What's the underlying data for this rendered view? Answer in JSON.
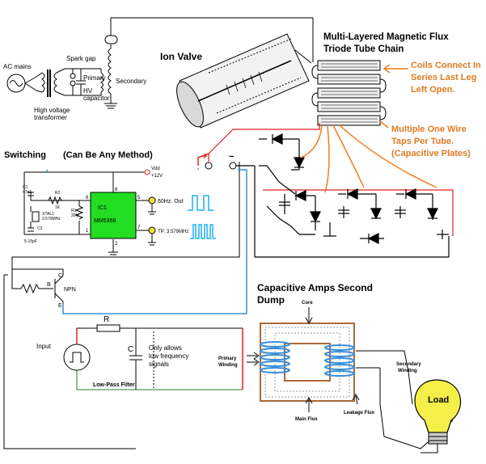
{
  "labels": {
    "ac_mains": "AC mains",
    "hv_transformer_1": "High voltage",
    "hv_transformer_2": "transformer",
    "spark_gap": "Spark gap",
    "primary": "Primary",
    "hv_capacitor_1": "HV",
    "hv_capacitor_2": "capacitor",
    "secondary": "Secondary",
    "ion_valve": "Ion Valve",
    "flux_title_1": "Multi-Layered Magnetic Flux",
    "flux_title_2": "Triode Tube Chain",
    "coils_note_1": "Coils Connect In",
    "coils_note_2": "Series Last Leg",
    "coils_note_3": "Left Open.",
    "taps_note_1": "Multiple One Wire",
    "taps_note_2": "Taps Per Tube.",
    "taps_note_3": "(Capacitive Plates)",
    "switching": "Switching",
    "switching_method": "(Can Be Any Method)",
    "vdd": "Vdd",
    "vdd_value": "+12V",
    "ic": "IC1",
    "ic_part": "MM5368",
    "out_60hz": "60Hz. Out",
    "tp_freq": "TP: 3.579MHz",
    "pin_8": "8",
    "pin_6": "6",
    "pin_1": "1",
    "pin_5": "5",
    "pin_7": "7",
    "pin_2": "2",
    "c1": "C1",
    "c1_val": "47pF",
    "r2": "R2",
    "r2_val": "1K",
    "xtal": "XTAL1",
    "xtal_val": "3.579MHz",
    "r1": "R1",
    "r1_val": "20M",
    "c2": "C2",
    "c2_val": "5-15pF",
    "plus": "+",
    "minus": "−",
    "npn": "NPN",
    "b": "B",
    "c": "C",
    "e": "E",
    "cap_amps_1": "Capacitive Amps Second",
    "cap_amps_2": "Dump",
    "input": "Input",
    "r": "R",
    "cap_c": "C",
    "only_allows_1": "Only allows",
    "only_allows_2": "low frequency",
    "only_allows_3": "signals",
    "low_pass": "Low-Pass Filter",
    "core": "Core",
    "primary_winding_1": "Primary",
    "primary_winding_2": "Winding",
    "secondary_winding_1": "Secondary",
    "secondary_winding_2": "Winding",
    "main_flux": "Main Flux",
    "leakage_flux": "Leakage Flux",
    "load": "Load"
  },
  "colors": {
    "wire": "#000000",
    "red_wire": "#e02020",
    "blue_wire": "#3a8fd8",
    "orange_wire": "#f07d20",
    "ic_green": "#22dd22",
    "core_brown": "#a86a3a",
    "bulb_yellow": "#f5ef4a",
    "pulse_blue": "#1ab0f0"
  }
}
